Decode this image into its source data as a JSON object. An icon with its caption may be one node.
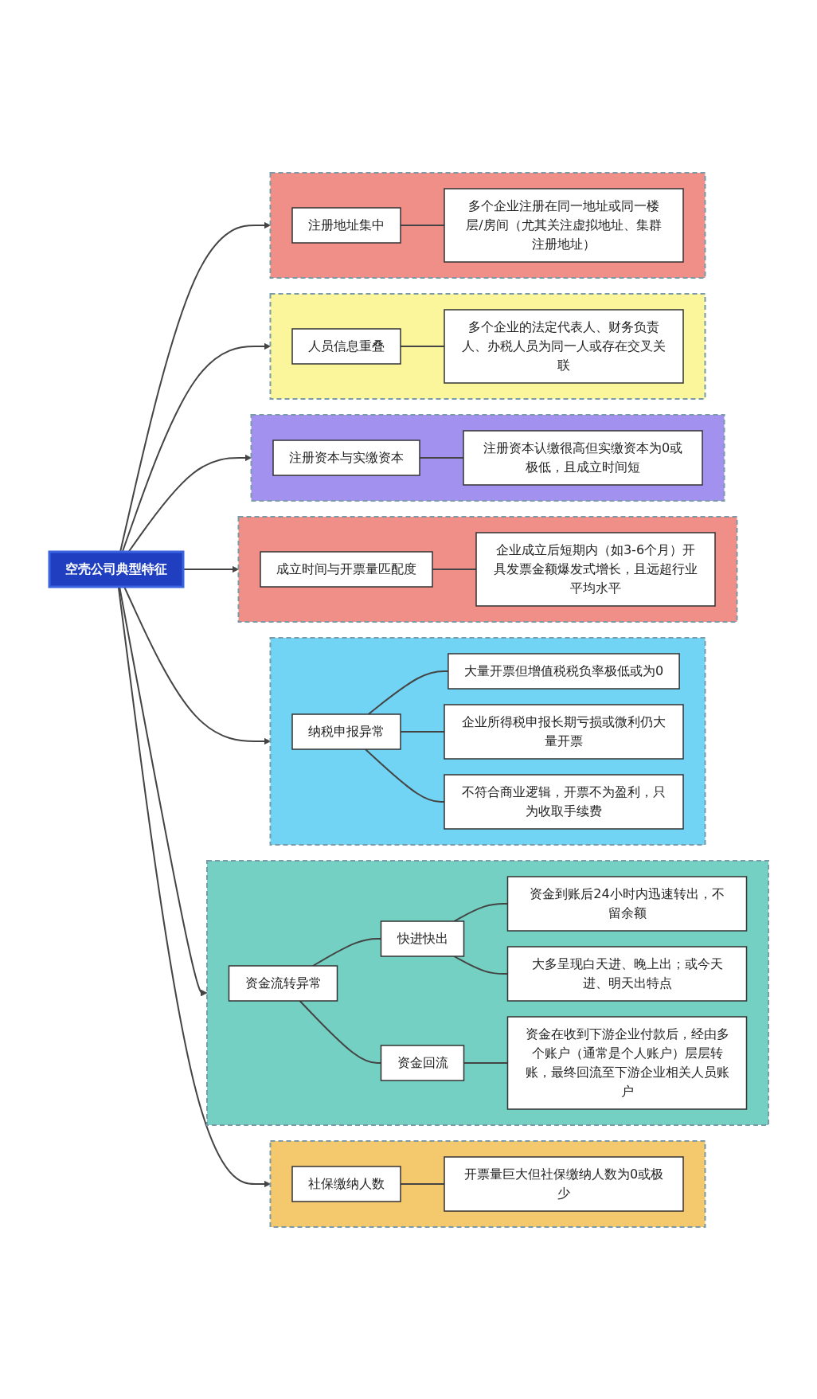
{
  "diagram": {
    "nodes": [
      {
        "text": [
          "空壳公司典型特征"
        ]
      },
      {
        "text": [],
        "shape": "box"
      },
      {
        "text": [
          "注册地址集中"
        ],
        "in": 1
      },
      {
        "text": [
          "多个企业注册在同一地址或同一楼层/房间（尤其关注虚拟地址、集群注册地址）"
        ],
        "in": 1
      },
      {
        "text": [],
        "shape": "box"
      },
      {
        "text": [
          "人员信息重叠"
        ],
        "in": 4
      },
      {
        "text": [
          "多个企业的法定代表人、财务负责人、办税人员为同一人或存在交叉关联"
        ],
        "in": 4
      },
      {
        "text": [],
        "shape": "box"
      },
      {
        "text": [
          "注册资本与实缴资本"
        ],
        "in": 7
      },
      {
        "text": [
          "注册资本认缴很高但实缴资本为0或极低，且成立时间短"
        ],
        "in": 7
      },
      {
        "text": [],
        "shape": "box"
      },
      {
        "text": [
          "成立时间与开票量匹配度"
        ],
        "in": 10
      },
      {
        "text": [
          "企业成立后短期内（如3-6个月）开具发票金额爆发式增长，且远超行业平均水平"
        ],
        "in": 10
      },
      {
        "text": [],
        "shape": "box"
      },
      {
        "text": [
          "纳税申报异常"
        ],
        "in": 13
      },
      {
        "text": [
          "大量开票但增值税税负率极低或为0"
        ],
        "in": 13
      },
      {
        "text": [
          "企业所得税申报长期亏损或微利仍大量开票"
        ],
        "in": 13
      },
      {
        "text": [
          "不符合商业逻辑，开票不为盈利，只为收取手续费"
        ],
        "in": 13
      },
      {
        "text": [],
        "shape": "box"
      },
      {
        "text": [
          "资金流转异常"
        ],
        "in": 18
      },
      {
        "text": [
          "快进快出"
        ],
        "in": 18
      },
      {
        "text": [
          "资金到账后24小时内迅速转出，不留余额"
        ],
        "in": 18
      },
      {
        "text": [
          "大多呈现白天进、晚上出；或今天进、明天出特点"
        ],
        "in": 18
      },
      {
        "text": [
          "资金回流"
        ],
        "in": 18
      },
      {
        "text": [
          "资金在收到下游企业付款后，经由多个账户（通常是个人账户）层层转账，最终回流至下游企业相关人员账户"
        ],
        "in": 18
      },
      {
        "text": [],
        "shape": "box"
      },
      {
        "text": [
          "社保缴纳人数"
        ],
        "in": 25
      },
      {
        "text": [
          "开票量巨大但社保缴纳人数为0或极少"
        ],
        "in": 25
      }
    ],
    "edges": [
      {
        "from": 0,
        "to": 1,
        "arrow": "to"
      },
      {
        "from": 2,
        "to": 3,
        "arrow": "none"
      },
      {
        "from": 0,
        "to": 4,
        "arrow": "to"
      },
      {
        "from": 5,
        "to": 6,
        "arrow": "none"
      },
      {
        "from": 0,
        "to": 7,
        "arrow": "to"
      },
      {
        "from": 8,
        "to": 9,
        "arrow": "none"
      },
      {
        "from": 0,
        "to": 10,
        "arrow": "to"
      },
      {
        "from": 11,
        "to": 12,
        "arrow": "none"
      },
      {
        "from": 0,
        "to": 13,
        "arrow": "to"
      },
      {
        "from": 14,
        "to": 15,
        "arrow": "none"
      },
      {
        "from": 14,
        "to": 16,
        "arrow": "none"
      },
      {
        "from": 14,
        "to": 17,
        "arrow": "none"
      },
      {
        "from": 0,
        "to": 18,
        "arrow": "to"
      },
      {
        "from": 19,
        "to": 20,
        "arrow": "none"
      },
      {
        "from": 19,
        "to": 23,
        "arrow": "none"
      },
      {
        "from": 20,
        "to": 21,
        "arrow": "none"
      },
      {
        "from": 20,
        "to": 22,
        "arrow": "none"
      },
      {
        "from": 23,
        "to": 24,
        "arrow": "none"
      },
      {
        "from": 0,
        "to": 25,
        "arrow": "to"
      },
      {
        "from": 26,
        "to": 27,
        "arrow": "none"
      }
    ]
  }
}
